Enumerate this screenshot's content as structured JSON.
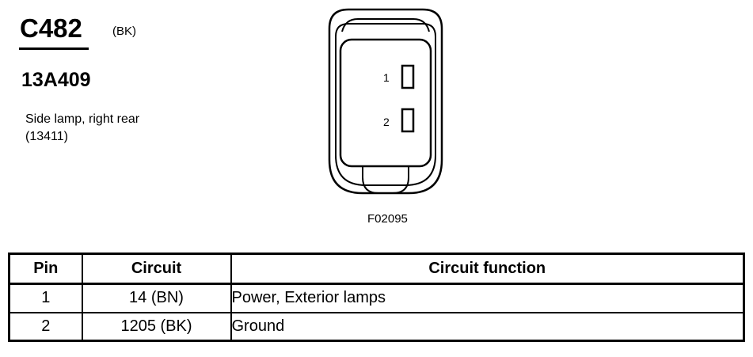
{
  "header": {
    "connector_id": "C482",
    "connector_color": "(BK)",
    "part_number": "13A409",
    "description_line1": "Side lamp, right rear",
    "description_line2": "(13411)"
  },
  "diagram": {
    "figure_id": "F02095",
    "pins": [
      {
        "label": "1"
      },
      {
        "label": "2"
      }
    ]
  },
  "table": {
    "headers": [
      "Pin",
      "Circuit",
      "Circuit function"
    ],
    "rows": [
      {
        "pin": "1",
        "circuit": "14 (BN)",
        "function": "Power, Exterior lamps"
      },
      {
        "pin": "2",
        "circuit": "1205 (BK)",
        "function": "Ground"
      }
    ]
  }
}
